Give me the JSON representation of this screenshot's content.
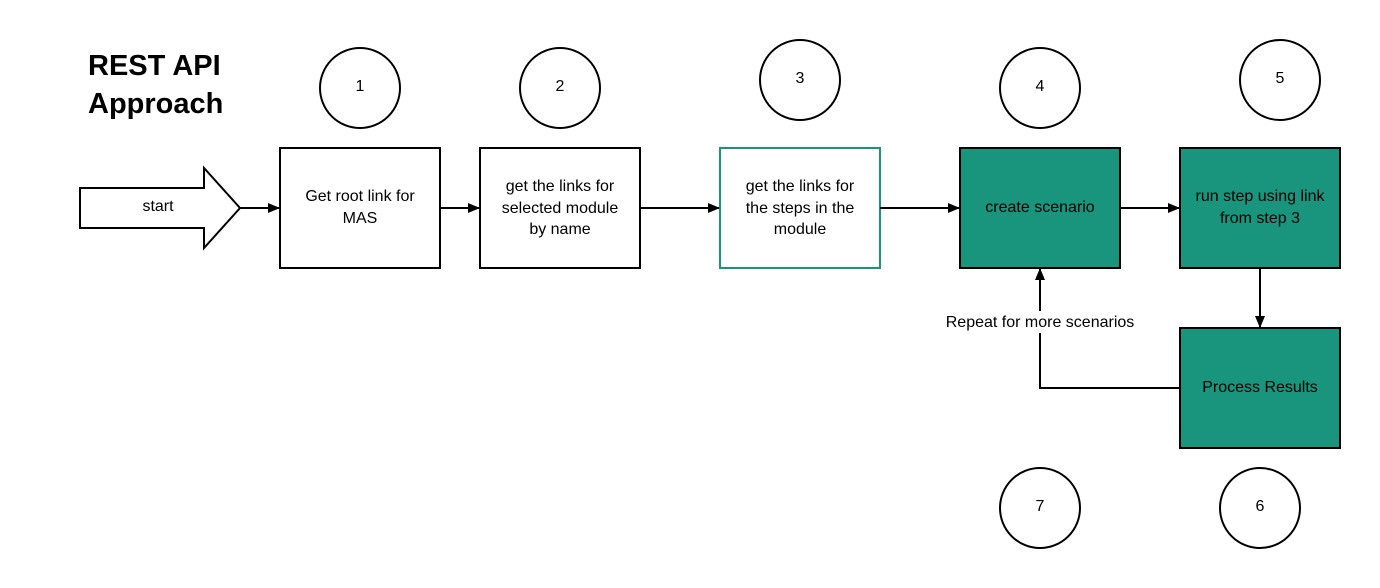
{
  "title_lines": [
    "REST API",
    "Approach"
  ],
  "start": {
    "label": "start"
  },
  "steps": [
    {
      "number": "1",
      "lines": [
        "Get root link for",
        "MAS"
      ]
    },
    {
      "number": "2",
      "lines": [
        "get the links for",
        "selected module",
        "by name"
      ]
    },
    {
      "number": "3",
      "lines": [
        "get the links for",
        "the steps in the",
        "module"
      ]
    },
    {
      "number": "4",
      "lines": [
        "create scenario"
      ]
    },
    {
      "number": "5",
      "lines": [
        "run step using link",
        "from step 3"
      ]
    },
    {
      "number": "6",
      "lines": [
        "Process Results"
      ]
    }
  ],
  "loop": {
    "number": "7",
    "label": "Repeat for more scenarios"
  },
  "colors": {
    "teal_fill": "#1a957d",
    "teal_border": "#1a957d",
    "stroke": "#000000"
  }
}
